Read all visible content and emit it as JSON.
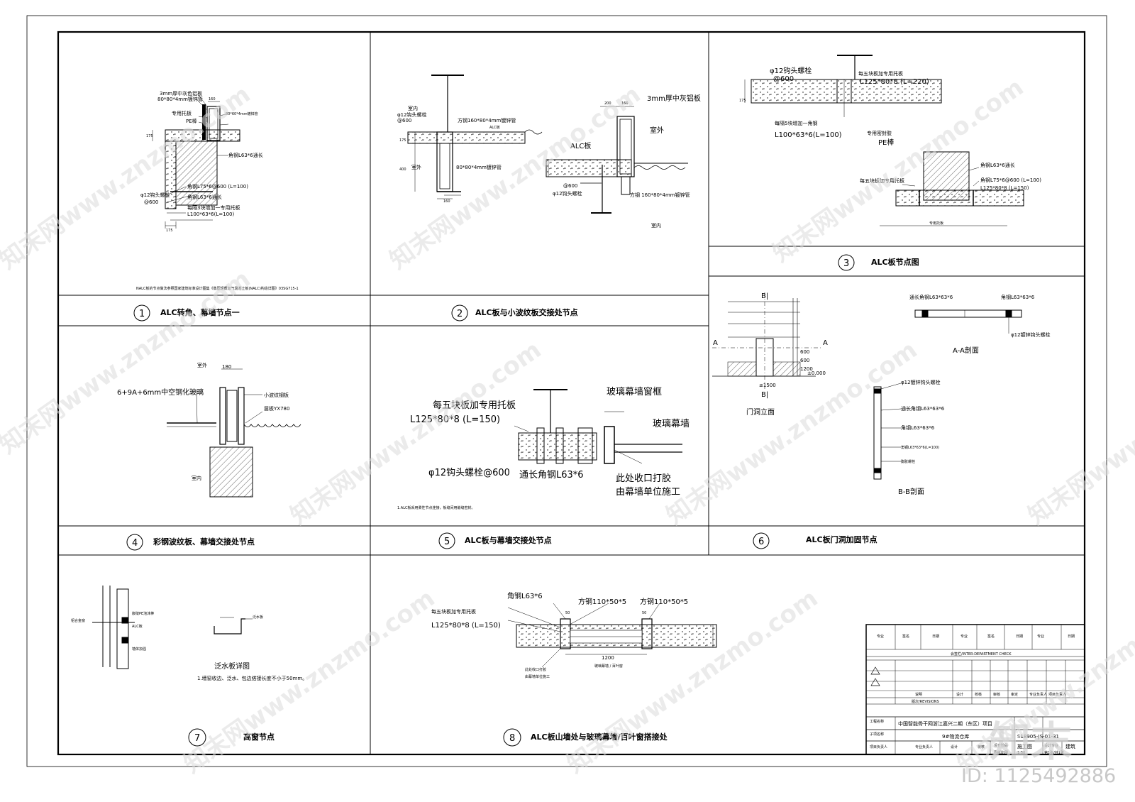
{
  "details": [
    {
      "num": "1",
      "title": "ALC转角、幕墙节点一"
    },
    {
      "num": "2",
      "title": "ALC板与小波纹板交接处节点"
    },
    {
      "num": "3",
      "title": "ALC板节点图"
    },
    {
      "num": "4",
      "title": "彩钢波纹板、幕墙交接处节点"
    },
    {
      "num": "5",
      "title": "ALC板与幕墙交接处节点"
    },
    {
      "num": "6",
      "title": "ALC板门洞加固节点"
    },
    {
      "num": "7",
      "title": "高窗节点"
    },
    {
      "num": "8",
      "title": "ALC板山墙处与玻璃幕墙/百叶窗搭接处"
    }
  ],
  "d1": {
    "l_3mm": "3mm厚中灰色铝板",
    "l_tube": "80*80*4mm镀锌管",
    "l_tuo": "专用托板",
    "l_pe": "PE棒",
    "l_angle": "角钢L75*6@600 (L=100)",
    "l_angle2": "角钢L63*6通长",
    "l_bolt": "φ12钩头螺栓",
    "l_600": "@600",
    "l_every3": "每隔3块增加一专用托板",
    "l_l100": "L100*63*6(L=100)",
    "l_tube2": "80*60*4mm镀锌管",
    "d175a": "175",
    "d175b": "175",
    "d160": "160",
    "note": "NALC板的节点做法参照国家建筑标准设计图集《蒸压轻质加气混凝土板(NALC)构造详图》03SG715-1"
  },
  "d2": {
    "l_indoor": "室内",
    "l_outdoor": "室外",
    "l_bolt": "φ12钩头螺栓",
    "l_600": "@600",
    "l_tube160": "方钢160*80*4mm镀锌管",
    "l_3mm": "3mm厚中灰铝板",
    "l_alc": "ALC板",
    "l_tube80": "80*80*4mm镀锌管",
    "l_tube160b": "方钢 160*80*4mm镀锌管",
    "l_outdoor2": "室外",
    "d200": "200",
    "d160": "160",
    "d175": "175",
    "d400": "400",
    "d160b": "160"
  },
  "d3": {
    "l_bolt": "φ12钩头螺栓",
    "l_600": "@600",
    "l_every5": "每五块板加专用托板",
    "l_l125": "L125*80*8 (L=220)",
    "l_every5b": "每隔5块增加一角钢",
    "l_l100": "L100*63*6(L=100)",
    "l_pe": "PE棒",
    "l_seal": "专用密封胶",
    "l_angle": "角钢L63*6通长",
    "l_angle2": "角钢L75*6@600 (L=100)",
    "l_l125b": "L125*80*8 (L=150)",
    "l_tuo": "每五块板加专用托板",
    "l_bot": "专用托板",
    "d175": "175"
  },
  "d4": {
    "l_outdoor": "室外",
    "l_glass": "6+9A+6mm中空钢化玻璃",
    "l_wave": "小波纹钢板",
    "l_780": "层板YX780",
    "l_indoor": "室内",
    "d180": "180"
  },
  "d5": {
    "l_every5": "每五块板加专用托板",
    "l_l125": "L125*80*8 (L=150)",
    "l_frame": "玻璃幕墙窗框",
    "l_glass": "玻璃幕墙",
    "l_bolt": "φ12钩头螺栓@600",
    "l_angle": "通长角钢L63*6",
    "l_seal1": "此处收口打胶",
    "l_seal2": "由幕墙单位施工",
    "note": "1.ALC板采用柔性节点连接，板缝间用嵌缝密封。"
  },
  "d6": {
    "l_b1": "B|",
    "l_b2": "B|",
    "l_a1": "A",
    "l_a2": "A",
    "l_elev": "门洞立面",
    "l_1500": "≤1500",
    "l_1200": "1200",
    "l_600a": "600",
    "l_600b": "600",
    "l_000": "±0.000",
    "l_angle_t": "通长角钢L63*63*6",
    "l_angle": "角钢L63*63*6",
    "l_bolt": "φ12镀锌钩头螺栓",
    "l_aa": "A-A剖面",
    "l_bolt2": "φ12镀锌钩头螺栓",
    "l_angle_t2": "通长角钢L63*63*6",
    "l_angle2": "角钢L63*63*6",
    "l_angle3": "角钢L63*63*6(L=100)",
    "l_exp": "膨胀螺栓",
    "l_bb": "B-B剖面"
  },
  "d7": {
    "l_pe": "嵌缝PE泡沫棒",
    "l_alc": "ALC板",
    "l_glass": "铝合金窗",
    "l_seal": "墙体加强",
    "l_flash": "泛水板",
    "l_plate": "泛水板详图",
    "note": "1.墙窗收边、泛水、包边搭接长度不小于50mm。"
  },
  "d8": {
    "l_every5": "每五块板加专用托板",
    "l_l125": "L125*80*8 (L=150)",
    "l_angle": "角钢L63*6",
    "l_tube1": "方钢110*50*5",
    "l_tube2": "方钢110*50*5",
    "l_seal1": "此处收口打胶",
    "l_seal2": "由幕墙单位施工",
    "l_louver": "玻璃幕墙 / 百叶窗",
    "d1200": "1200",
    "d50a": "50",
    "d50b": "50"
  },
  "title_block": {
    "h_spec": "专业",
    "h_name": "签名",
    "h_date": "日期",
    "h_spec2": "专业",
    "h_name2": "签名",
    "h_date2": "日期",
    "cross": "会签栏/INTER-DEPARTMENT CHECK",
    "rev": "版次/REVISIONS",
    "r_desc": "说明",
    "r_made": "设计",
    "r_chkd": "校核",
    "r_appr": "审核",
    "r_auth": "审定",
    "r_spec": "专业负责人",
    "r_proj": "项目负责人",
    "proj_lbl": "工程名称",
    "proj_val": "中国智能骨干网浙江嘉兴二期（东区）项目",
    "sub_lbl": "子项名称",
    "sub_val": "9#物流仓库",
    "lead_lbl": "项目负责人",
    "spec_lbl": "专业负责人",
    "made_lbl": "设计",
    "chkd_lbl": "校核",
    "stage_lbl": "设计阶段",
    "stage_val": "施工图",
    "spec2_lbl": "设计专业",
    "spec2_val": "建筑",
    "draw_no": "S18905-JS-01-31",
    "scale_lbl": "图纸比例",
    "scale_val": "1:50",
    "sheet_val": "第1张/共1张",
    "logo": "知末"
  },
  "watermark": "知末网www.znzmo.com",
  "id_label": "ID: 1125492886"
}
